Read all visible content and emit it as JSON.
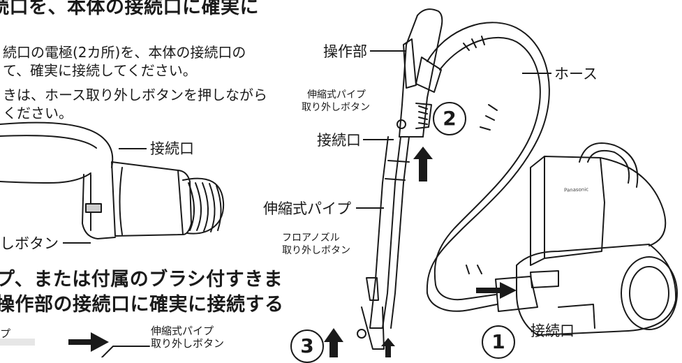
{
  "instructions": {
    "heading_1": "続口を、本体の接続口に確実に",
    "body_1": "続口の電極(2カ所)を、本体の接続口の",
    "body_2": "て、確実に接続してください。",
    "body_3": "きは、ホース取り外しボタンを押しながら",
    "body_4": "ください。",
    "heading_2_line1": "プ、または付属のブラシ付すきま",
    "heading_2_line2": "操作部の接続口に確実に接続する"
  },
  "left_figure": {
    "label_connector": "接続口",
    "label_release_button": "しボタン"
  },
  "bottom_figure": {
    "label_pipe": "プ",
    "label_pipe_release_line1": "伸縮式パイプ",
    "label_pipe_release_line2": "取り外しボタン"
  },
  "main_figure": {
    "label_control": "操作部",
    "label_hose": "ホース",
    "label_pipe_release_line1": "伸縮式パイプ",
    "label_pipe_release_line2": "取り外しボタン",
    "label_connector_top": "接続口",
    "label_pipe": "伸縮式パイプ",
    "label_nozzle_release_line1": "フロアノズル",
    "label_nozzle_release_line2": "取り外しボタン",
    "label_connector_bottom": "接続口",
    "body_brand": "Panasonic",
    "step_1": "1",
    "step_2": "2",
    "step_3": "3"
  }
}
